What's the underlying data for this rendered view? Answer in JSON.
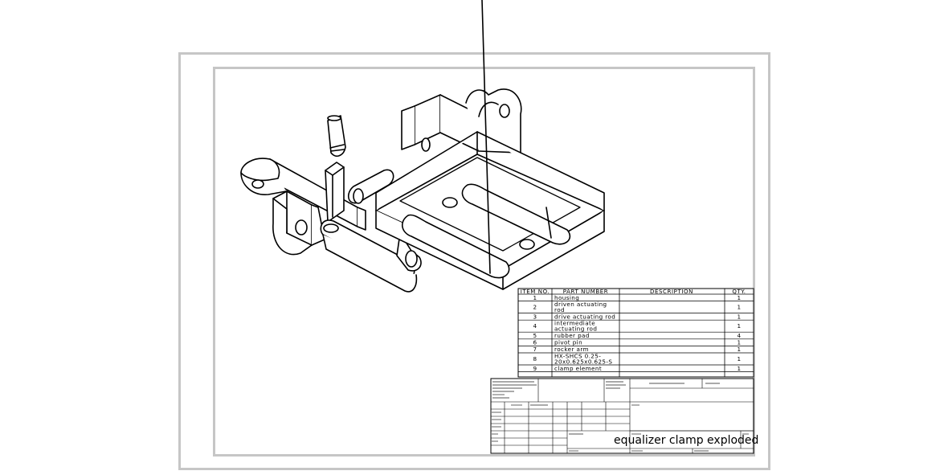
{
  "drawing": {
    "title": "equalizer clamp exploded"
  },
  "bom": {
    "headers": [
      "ITEM NO.",
      "PART NUMBER",
      "DESCRIPTION",
      "QTY."
    ],
    "rows": [
      {
        "item": "1",
        "part": [
          "housing"
        ],
        "desc": "",
        "qty": "1"
      },
      {
        "item": "2",
        "part": [
          "driven actuating",
          "rod"
        ],
        "desc": "",
        "qty": "1"
      },
      {
        "item": "3",
        "part": [
          "drive actuating rod"
        ],
        "desc": "",
        "qty": "1"
      },
      {
        "item": "4",
        "part": [
          "intermediate",
          "actuating rod"
        ],
        "desc": "",
        "qty": "1"
      },
      {
        "item": "5",
        "part": [
          "rubber pad"
        ],
        "desc": "",
        "qty": "4"
      },
      {
        "item": "6",
        "part": [
          "pivot pin"
        ],
        "desc": "",
        "qty": "1"
      },
      {
        "item": "7",
        "part": [
          "rocker arm"
        ],
        "desc": "",
        "qty": "1"
      },
      {
        "item": "8",
        "part": [
          "HX-SHCS 0.25-",
          "20x0.625x0.625-S"
        ],
        "desc": "",
        "qty": "1"
      },
      {
        "item": "9",
        "part": [
          "clamp element"
        ],
        "desc": "",
        "qty": "1"
      }
    ]
  }
}
